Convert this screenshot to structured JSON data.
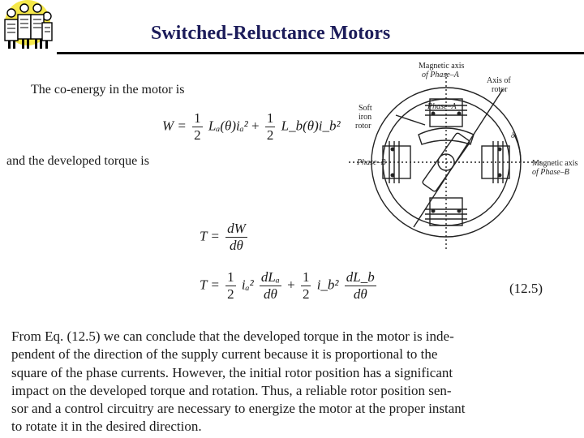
{
  "header": {
    "title": "Switched-Reluctance Motors"
  },
  "intro": {
    "coenergy_text": "The co-energy in the motor is",
    "torque_text": "and the developed torque is"
  },
  "equations": {
    "coenergy": {
      "lhs": "W =",
      "frac_num": "1",
      "frac_den": "2",
      "term_a": "Lₐ(θ)iₐ²",
      "plus": "+",
      "term_b": "L_b(θ)i_b²"
    },
    "torque_def": {
      "lhs": "T =",
      "num": "dW",
      "den": "dθ"
    },
    "torque": {
      "lhs": "T =",
      "half_num": "1",
      "half_den": "2",
      "ia2": "iₐ²",
      "dLa_num": "dLₐ",
      "dLa_den": "dθ",
      "plus": "+",
      "ib2": "i_b²",
      "dLb_num": "dL_b",
      "dLb_den": "dθ"
    },
    "number": "(12.5)"
  },
  "diagram": {
    "label_mag_axis_a_1": "Magnetic axis",
    "label_mag_axis_a_2": "of Phase–A",
    "label_axis_rotor_1": "Axis of",
    "label_axis_rotor_2": "rotor",
    "label_soft_1": "Soft",
    "label_soft_2": "iron",
    "label_soft_3": "rotor",
    "label_phase_a": "Phase–A",
    "label_phase_b": "Phase–B",
    "label_delta": "δ",
    "label_mag_axis_b_1": "Magnetic axis",
    "label_mag_axis_b_2": "of Phase–B"
  },
  "paragraph": {
    "lines": [
      "From Eq. (12.5) we can conclude that the developed torque in the motor is inde-",
      "pendent of the direction of the supply current because it is proportional to the",
      "square of the phase currents. However, the initial rotor position has a significant",
      "impact on the developed torque and rotation. Thus, a reliable rotor position sen-",
      "sor and a control circuitry are necessary to energize the motor at the proper instant",
      "to rotate it in the desired direction."
    ]
  }
}
